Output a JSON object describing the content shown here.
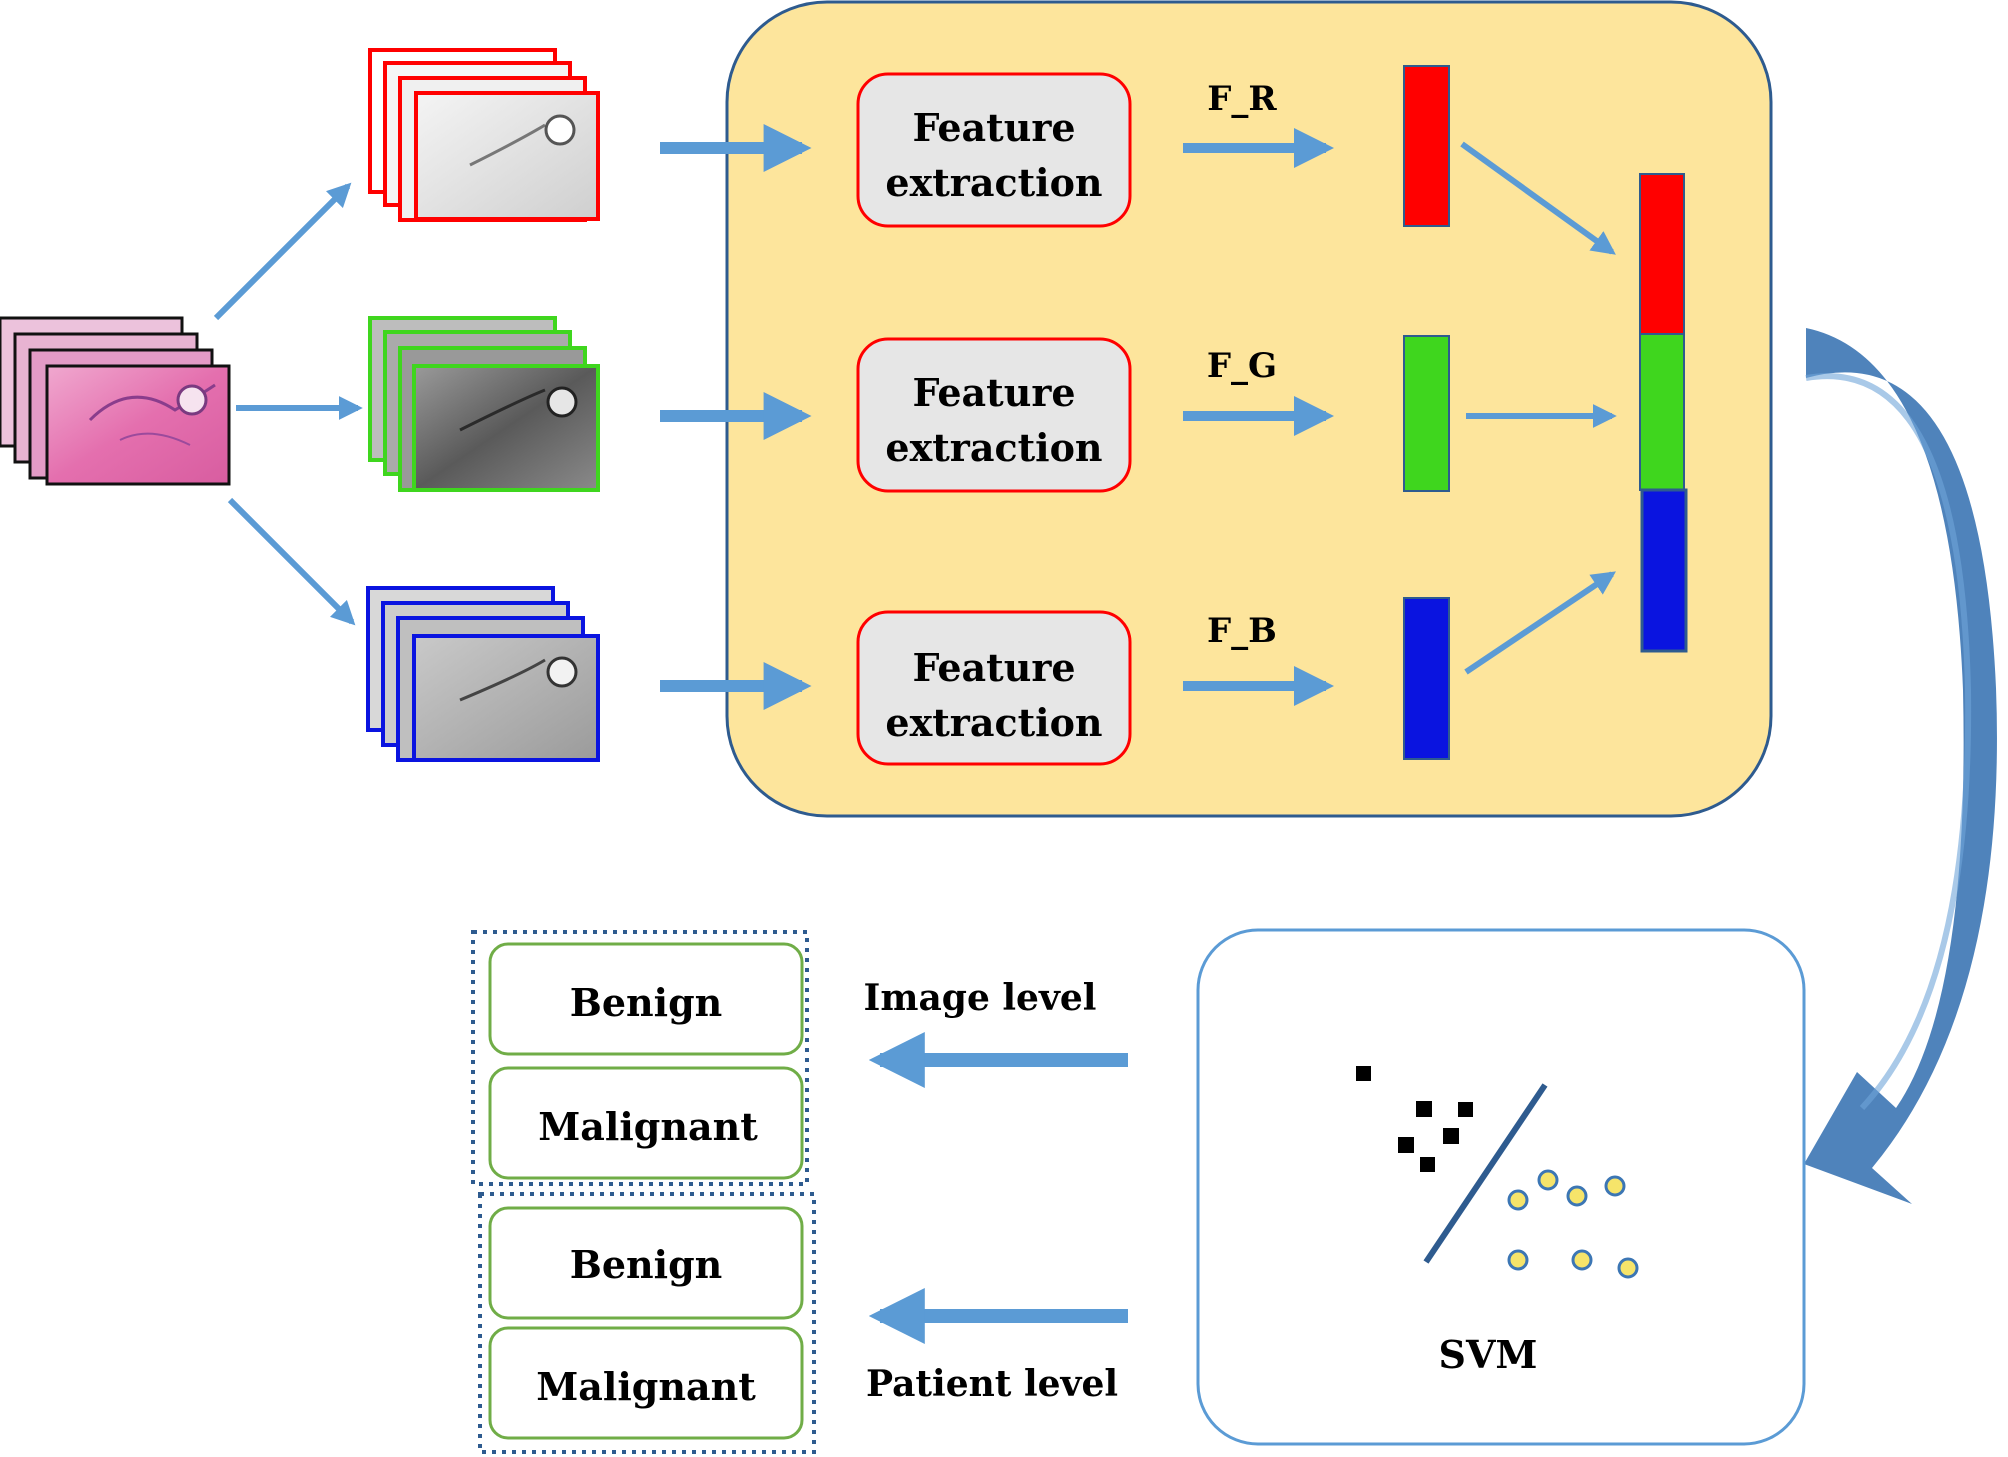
{
  "feature_extraction": {
    "red": {
      "line1": "Feature",
      "line2": "extraction"
    },
    "green": {
      "line1": "Feature",
      "line2": "extraction"
    },
    "blue": {
      "line1": "Feature",
      "line2": "extraction"
    }
  },
  "features": {
    "red": "F_R",
    "green": "F_G",
    "blue": "F_B"
  },
  "classifier": {
    "label": "SVM"
  },
  "levels": {
    "image": "Image level",
    "patient": "Patient level"
  },
  "image_level_outputs": {
    "benign": "Benign",
    "malignant": "Malignant"
  },
  "patient_level_outputs": {
    "benign": "Benign",
    "malignant": "Malignant"
  },
  "colors": {
    "red": "#ff0000",
    "green": "#3fd61e",
    "blue": "#0a14e0",
    "panel_fill": "#fde59c",
    "arrow": "#5b9bd5",
    "curve_arrow": "#3c76b4",
    "outline_green": "#70ad47",
    "dot_yellow": "#f6e46a"
  }
}
